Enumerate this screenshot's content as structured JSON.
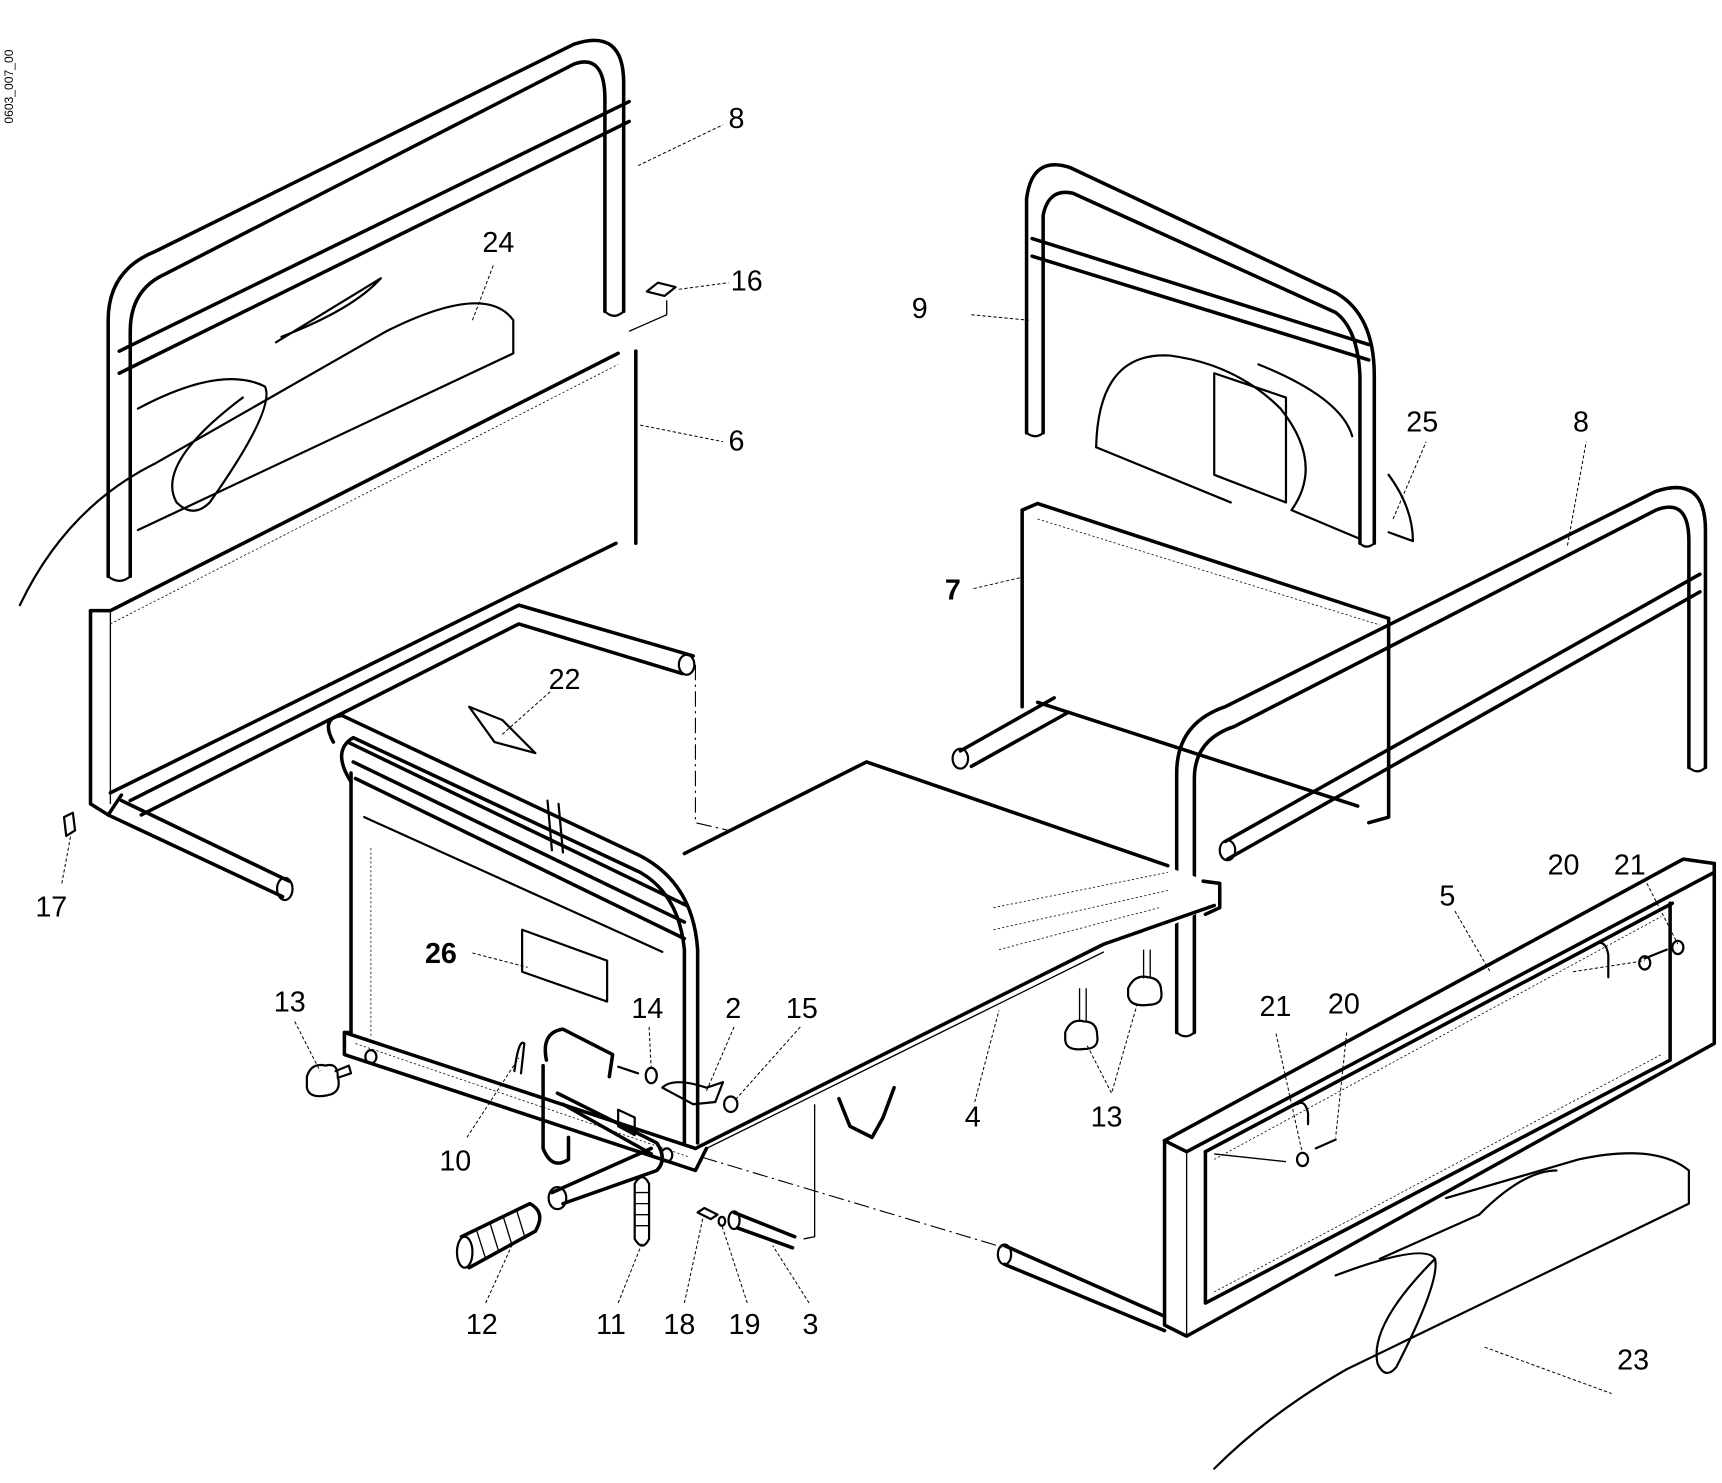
{
  "document": {
    "drawing_id": "0603_007_00",
    "type": "exploded parts diagram",
    "subject": "bed frame assembly"
  },
  "callouts": [
    {
      "id": "c8a",
      "number": "8",
      "bold": false
    },
    {
      "id": "c24",
      "number": "24",
      "bold": false
    },
    {
      "id": "c16",
      "number": "16",
      "bold": false
    },
    {
      "id": "c6",
      "number": "6",
      "bold": false
    },
    {
      "id": "c9",
      "number": "9",
      "bold": false
    },
    {
      "id": "c25",
      "number": "25",
      "bold": false
    },
    {
      "id": "c8b",
      "number": "8",
      "bold": false
    },
    {
      "id": "c7",
      "number": "7",
      "bold": true
    },
    {
      "id": "c22",
      "number": "22",
      "bold": false
    },
    {
      "id": "c17",
      "number": "17",
      "bold": false
    },
    {
      "id": "c26",
      "number": "26",
      "bold": true
    },
    {
      "id": "c13a",
      "number": "13",
      "bold": false
    },
    {
      "id": "c14",
      "number": "14",
      "bold": false
    },
    {
      "id": "c2",
      "number": "2",
      "bold": false
    },
    {
      "id": "c15",
      "number": "15",
      "bold": false
    },
    {
      "id": "c10",
      "number": "10",
      "bold": false
    },
    {
      "id": "c4",
      "number": "4",
      "bold": false
    },
    {
      "id": "c13b",
      "number": "13",
      "bold": false
    },
    {
      "id": "c5",
      "number": "5",
      "bold": false
    },
    {
      "id": "c20a",
      "number": "20",
      "bold": false
    },
    {
      "id": "c21a",
      "number": "21",
      "bold": false
    },
    {
      "id": "c21b",
      "number": "21",
      "bold": false
    },
    {
      "id": "c20b",
      "number": "20",
      "bold": false
    },
    {
      "id": "c12",
      "number": "12",
      "bold": false
    },
    {
      "id": "c11",
      "number": "11",
      "bold": false
    },
    {
      "id": "c18",
      "number": "18",
      "bold": false
    },
    {
      "id": "c19",
      "number": "19",
      "bold": false
    },
    {
      "id": "c3",
      "number": "3",
      "bold": false
    },
    {
      "id": "c23",
      "number": "23",
      "bold": false
    }
  ]
}
